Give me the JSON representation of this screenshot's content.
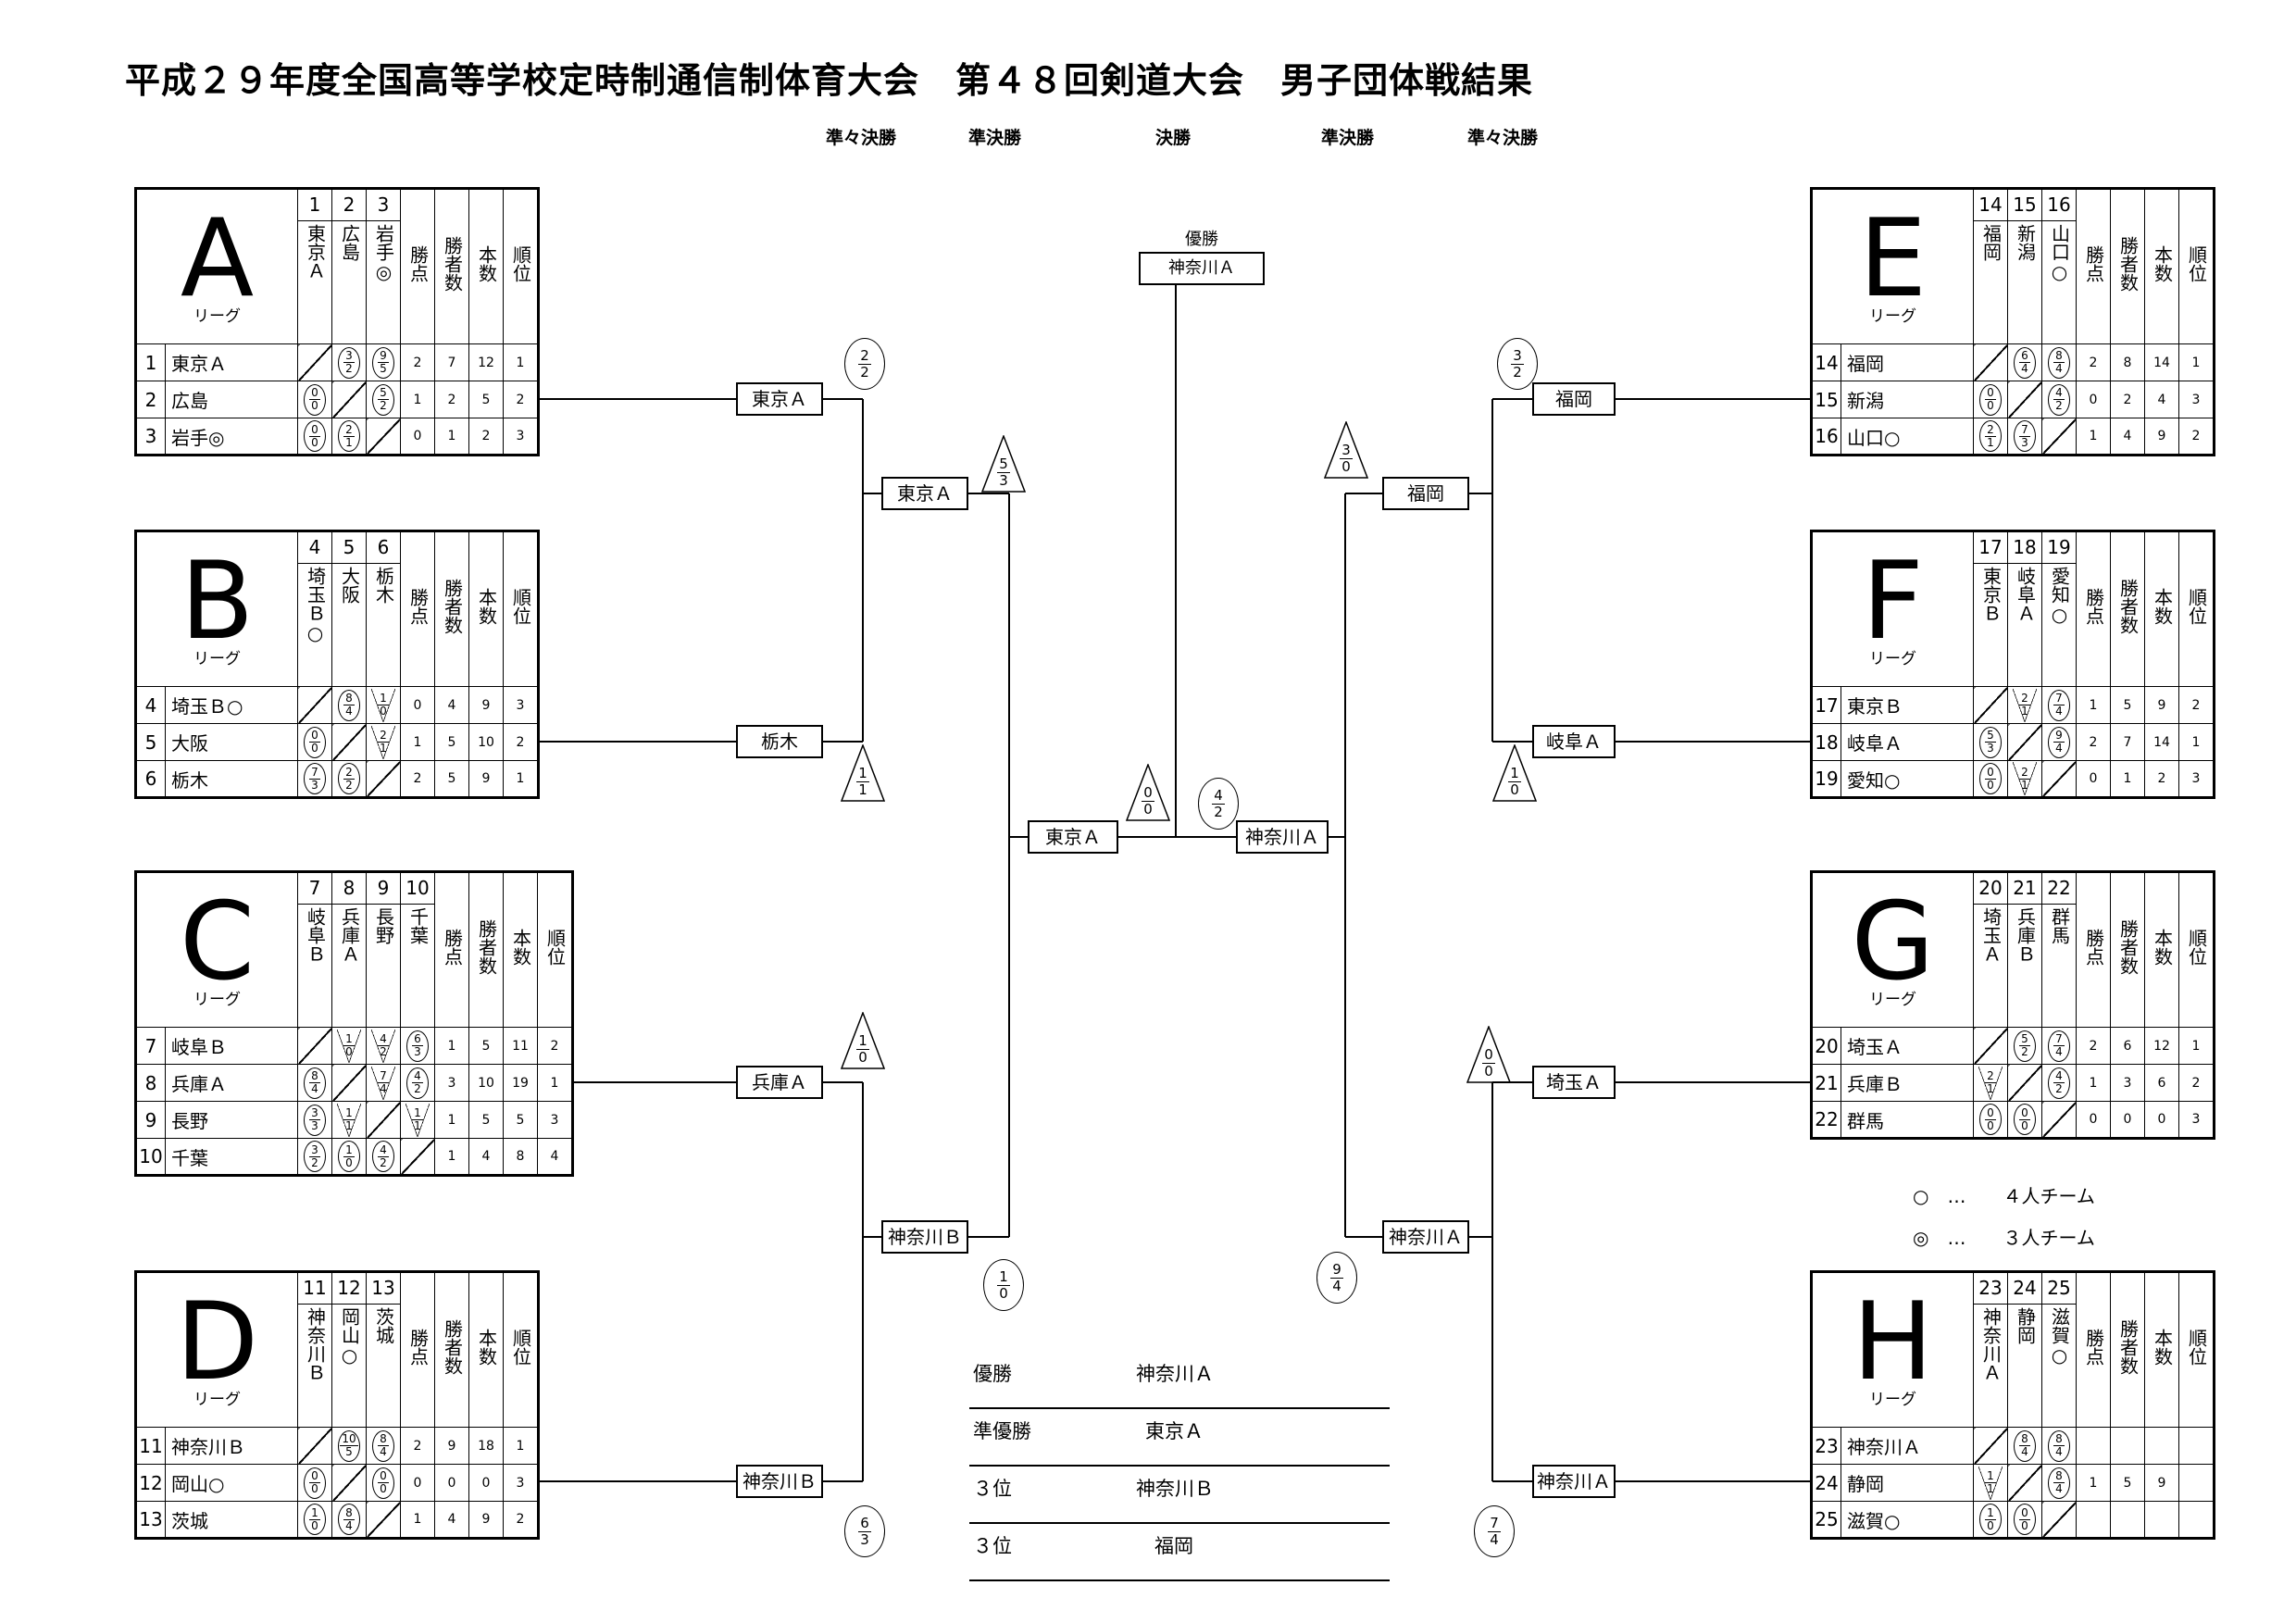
{
  "title": "平成２９年度全国高等学校定時制通信制体育大会　第４８回剣道大会　男子団体戦結果",
  "round_labels": {
    "qf_left": "準々決勝",
    "sf_left": "準決勝",
    "final": "決勝",
    "sf_right": "準決勝",
    "qf_right": "準々決勝"
  },
  "league_suffix": "リーグ",
  "header_cols": [
    "勝点",
    "勝者数",
    "本数",
    "順位"
  ],
  "leagues": [
    {
      "letter": "A",
      "nums": [
        "1",
        "2",
        "3"
      ],
      "names": [
        "東京Ａ",
        "広島",
        "岩手◎"
      ],
      "rows": [
        {
          "no": "1",
          "name": "東京Ａ",
          "cells": [
            "X",
            [
              "3",
              "2",
              "c"
            ],
            [
              "9",
              "5",
              "c"
            ]
          ],
          "stats": [
            "2",
            "7",
            "12",
            "1"
          ]
        },
        {
          "no": "2",
          "name": "広島",
          "cells": [
            [
              "0",
              "0",
              "c"
            ],
            "X",
            [
              "5",
              "2",
              "c"
            ]
          ],
          "stats": [
            "1",
            "2",
            "5",
            "2"
          ]
        },
        {
          "no": "3",
          "name": "岩手◎",
          "cells": [
            [
              "0",
              "0",
              "c"
            ],
            [
              "2",
              "1",
              "c"
            ],
            "X"
          ],
          "stats": [
            "0",
            "1",
            "2",
            "3"
          ]
        }
      ]
    },
    {
      "letter": "B",
      "nums": [
        "4",
        "5",
        "6"
      ],
      "names": [
        "埼玉Ｂ○",
        "大阪",
        "栃木"
      ],
      "rows": [
        {
          "no": "4",
          "name": "埼玉Ｂ○",
          "cells": [
            "X",
            [
              "8",
              "4",
              "c"
            ],
            [
              "1",
              "0",
              "t"
            ]
          ],
          "stats": [
            "0",
            "4",
            "9",
            "3"
          ]
        },
        {
          "no": "5",
          "name": "大阪",
          "cells": [
            [
              "0",
              "0",
              "c"
            ],
            "X",
            [
              "2",
              "1",
              "t"
            ]
          ],
          "stats": [
            "1",
            "5",
            "10",
            "2"
          ]
        },
        {
          "no": "6",
          "name": "栃木",
          "cells": [
            [
              "7",
              "3",
              "c"
            ],
            [
              "2",
              "2",
              "c"
            ],
            "X"
          ],
          "stats": [
            "2",
            "5",
            "9",
            "1"
          ]
        }
      ]
    },
    {
      "letter": "C",
      "nums": [
        "7",
        "8",
        "9",
        "10"
      ],
      "names": [
        "岐阜Ｂ",
        "兵庫Ａ",
        "長野",
        "千葉"
      ],
      "rows": [
        {
          "no": "7",
          "name": "岐阜Ｂ",
          "cells": [
            "X",
            [
              "1",
              "0",
              "t"
            ],
            [
              "4",
              "2",
              "t"
            ],
            [
              "6",
              "3",
              "c"
            ]
          ],
          "stats": [
            "1",
            "5",
            "11",
            "2"
          ]
        },
        {
          "no": "8",
          "name": "兵庫Ａ",
          "cells": [
            [
              "8",
              "4",
              "c"
            ],
            "X",
            [
              "7",
              "4",
              "t"
            ],
            [
              "4",
              "2",
              "c"
            ]
          ],
          "stats": [
            "3",
            "10",
            "19",
            "1"
          ]
        },
        {
          "no": "9",
          "name": "長野",
          "cells": [
            [
              "3",
              "3",
              "c"
            ],
            [
              "1",
              "1",
              "t"
            ],
            "X",
            [
              "1",
              "1",
              "t"
            ]
          ],
          "stats": [
            "1",
            "5",
            "5",
            "3"
          ]
        },
        {
          "no": "10",
          "name": "千葉",
          "cells": [
            [
              "3",
              "2",
              "c"
            ],
            [
              "1",
              "0",
              "c"
            ],
            [
              "4",
              "2",
              "c"
            ],
            "X"
          ],
          "stats": [
            "1",
            "4",
            "8",
            "4"
          ]
        }
      ]
    },
    {
      "letter": "D",
      "nums": [
        "11",
        "12",
        "13"
      ],
      "names": [
        "神奈川Ｂ",
        "岡山○",
        "茨城"
      ],
      "rows": [
        {
          "no": "11",
          "name": "神奈川Ｂ",
          "cells": [
            "X",
            [
              "10",
              "5",
              "c"
            ],
            [
              "8",
              "4",
              "c"
            ]
          ],
          "stats": [
            "2",
            "9",
            "18",
            "1"
          ]
        },
        {
          "no": "12",
          "name": "岡山○",
          "cells": [
            [
              "0",
              "0",
              "c"
            ],
            "X",
            [
              "0",
              "0",
              "c"
            ]
          ],
          "stats": [
            "0",
            "0",
            "0",
            "3"
          ]
        },
        {
          "no": "13",
          "name": "茨城",
          "cells": [
            [
              "1",
              "0",
              "c"
            ],
            [
              "8",
              "4",
              "c"
            ],
            "X"
          ],
          "stats": [
            "1",
            "4",
            "9",
            "2"
          ]
        }
      ]
    },
    {
      "letter": "E",
      "nums": [
        "14",
        "15",
        "16"
      ],
      "names": [
        "福岡",
        "新潟",
        "山口○"
      ],
      "rows": [
        {
          "no": "14",
          "name": "福岡",
          "cells": [
            "X",
            [
              "6",
              "4",
              "c"
            ],
            [
              "8",
              "4",
              "c"
            ]
          ],
          "stats": [
            "2",
            "8",
            "14",
            "1"
          ]
        },
        {
          "no": "15",
          "name": "新潟",
          "cells": [
            [
              "0",
              "0",
              "c"
            ],
            "X",
            [
              "4",
              "2",
              "c"
            ]
          ],
          "stats": [
            "0",
            "2",
            "4",
            "3"
          ]
        },
        {
          "no": "16",
          "name": "山口○",
          "cells": [
            [
              "2",
              "1",
              "c"
            ],
            [
              "7",
              "3",
              "c"
            ],
            "X"
          ],
          "stats": [
            "1",
            "4",
            "9",
            "2"
          ]
        }
      ]
    },
    {
      "letter": "F",
      "nums": [
        "17",
        "18",
        "19"
      ],
      "names": [
        "東京Ｂ",
        "岐阜Ａ",
        "愛知○"
      ],
      "rows": [
        {
          "no": "17",
          "name": "東京Ｂ",
          "cells": [
            "X",
            [
              "2",
              "1",
              "t"
            ],
            [
              "7",
              "4",
              "c"
            ]
          ],
          "stats": [
            "1",
            "5",
            "9",
            "2"
          ]
        },
        {
          "no": "18",
          "name": "岐阜Ａ",
          "cells": [
            [
              "5",
              "3",
              "c"
            ],
            "X",
            [
              "9",
              "4",
              "c"
            ]
          ],
          "stats": [
            "2",
            "7",
            "14",
            "1"
          ]
        },
        {
          "no": "19",
          "name": "愛知○",
          "cells": [
            [
              "0",
              "0",
              "c"
            ],
            [
              "2",
              "1",
              "t"
            ],
            "X"
          ],
          "stats": [
            "0",
            "1",
            "2",
            "3"
          ]
        }
      ]
    },
    {
      "letter": "G",
      "nums": [
        "20",
        "21",
        "22"
      ],
      "names": [
        "埼玉Ａ",
        "兵庫Ｂ",
        "群馬"
      ],
      "rows": [
        {
          "no": "20",
          "name": "埼玉Ａ",
          "cells": [
            "X",
            [
              "5",
              "2",
              "c"
            ],
            [
              "7",
              "4",
              "c"
            ]
          ],
          "stats": [
            "2",
            "6",
            "12",
            "1"
          ]
        },
        {
          "no": "21",
          "name": "兵庫Ｂ",
          "cells": [
            [
              "2",
              "1",
              "t"
            ],
            "X",
            [
              "4",
              "2",
              "c"
            ]
          ],
          "stats": [
            "1",
            "3",
            "6",
            "2"
          ]
        },
        {
          "no": "22",
          "name": "群馬",
          "cells": [
            [
              "0",
              "0",
              "c"
            ],
            [
              "0",
              "0",
              "c"
            ],
            "X"
          ],
          "stats": [
            "0",
            "0",
            "0",
            "3"
          ]
        }
      ]
    },
    {
      "letter": "H",
      "nums": [
        "23",
        "24",
        "25"
      ],
      "names": [
        "神奈川Ａ",
        "静岡",
        "滋賀○"
      ],
      "rows": [
        {
          "no": "23",
          "name": "神奈川Ａ",
          "cells": [
            "X",
            [
              "8",
              "4",
              "c"
            ],
            [
              "8",
              "4",
              "c"
            ]
          ],
          "stats": [
            "",
            "",
            "",
            ""
          ]
        },
        {
          "no": "24",
          "name": "静岡",
          "cells": [
            [
              "1",
              "1",
              "t"
            ],
            "X",
            [
              "8",
              "4",
              "c"
            ]
          ],
          "stats": [
            "1",
            "5",
            "9",
            ""
          ]
        },
        {
          "no": "25",
          "name": "滋賀○",
          "cells": [
            [
              "1",
              "0",
              "c"
            ],
            [
              "0",
              "0",
              "c"
            ],
            "X"
          ],
          "stats": [
            "",
            "",
            "",
            ""
          ]
        }
      ]
    }
  ],
  "bracket": {
    "qf_left": [
      "東京Ａ",
      "栃木",
      "兵庫Ａ",
      "神奈川Ｂ"
    ],
    "sf_left": [
      "東京Ａ",
      "神奈川Ｂ"
    ],
    "final_left": "東京Ａ",
    "final_right": "神奈川Ａ",
    "sf_right": [
      "福岡",
      "神奈川Ａ"
    ],
    "qf_right": [
      "福岡",
      "岐阜Ａ",
      "埼玉Ａ",
      "神奈川Ａ"
    ],
    "champion_label": "優勝",
    "champion_name": "神奈川Ａ"
  },
  "bracket_scores": {
    "s_qfA": [
      "2",
      "2",
      "c"
    ],
    "s_qfB": [
      "1",
      "1",
      "t"
    ],
    "s_qfC": [
      "1",
      "0",
      "t"
    ],
    "s_qfD": [
      "6",
      "3",
      "c"
    ],
    "s_sf1": [
      "5",
      "3",
      "t"
    ],
    "s_sf2": [
      "1",
      "0",
      "c"
    ],
    "s_fL": [
      "0",
      "0",
      "t"
    ],
    "s_fR": [
      "4",
      "2",
      "c"
    ],
    "s_sf3": [
      "3",
      "0",
      "t"
    ],
    "s_sf4": [
      "9",
      "4",
      "c"
    ],
    "s_qfE": [
      "3",
      "2",
      "c"
    ],
    "s_qfF": [
      "1",
      "0",
      "t"
    ],
    "s_qfG": [
      "0",
      "0",
      "t"
    ],
    "s_qfH": [
      "7",
      "4",
      "c"
    ]
  },
  "legend": [
    {
      "mark": "○",
      "dots": "…",
      "text": "４人チーム"
    },
    {
      "mark": "◎",
      "dots": "…",
      "text": "３人チーム"
    }
  ],
  "summary": [
    {
      "label": "優勝",
      "team": "神奈川Ａ"
    },
    {
      "label": "準優勝",
      "team": "東京Ａ"
    },
    {
      "label": "３位",
      "team": "神奈川Ｂ"
    },
    {
      "label": "３位",
      "team": "福岡"
    }
  ]
}
